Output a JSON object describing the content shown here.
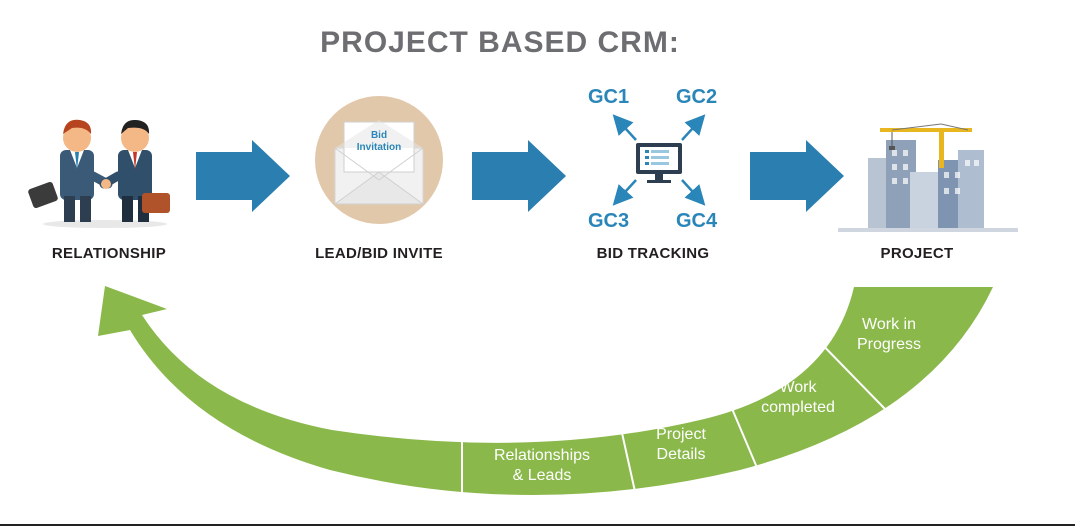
{
  "title": "PROJECT BASED CRM:",
  "stages": {
    "relationship": "RELATIONSHIP",
    "lead": "LEAD/BID INVITE",
    "tracking": "BID TRACKING",
    "project": "PROJECT"
  },
  "envelope": {
    "line1": "Bid",
    "line2": "Invitation"
  },
  "gcs": {
    "gc1": "GC1",
    "gc2": "GC2",
    "gc3": "GC3",
    "gc4": "GC4"
  },
  "cycle": {
    "seg1": [
      "Relationships",
      "& Leads"
    ],
    "seg2": [
      "Project",
      "Details"
    ],
    "seg3": [
      "Work",
      "completed"
    ],
    "seg4": [
      "Work in",
      "Progress"
    ]
  },
  "colors": {
    "title": "#6d6e71",
    "arrow_blue": "#2a7fb0",
    "gc_blue": "#2a86b8",
    "cycle_green": "#8ab84a",
    "envelope_circle": "#e2c8aa"
  }
}
